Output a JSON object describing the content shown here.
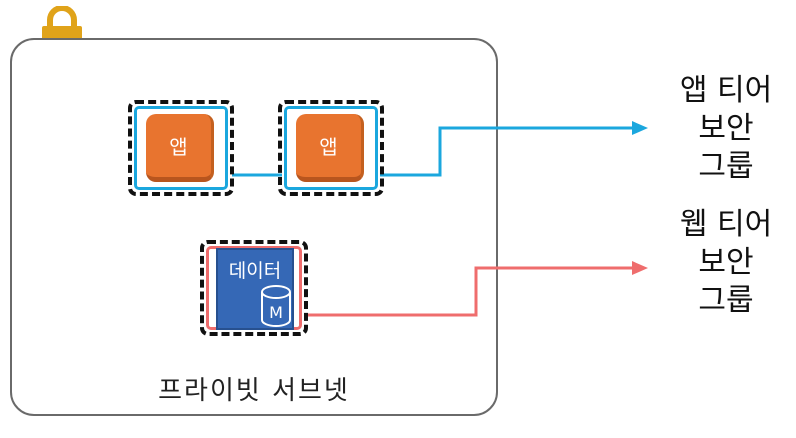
{
  "subnet": {
    "label": "프라이빗 서브넷"
  },
  "nodes": {
    "app1": "앱",
    "app2": "앱",
    "db": "데이터",
    "db_badge": "M"
  },
  "groups": {
    "app": [
      "앱 티어",
      "보안",
      "그룹"
    ],
    "web": [
      "웹 티어",
      "보안",
      "그룹"
    ]
  },
  "colors": {
    "app_group": "#1ba7de",
    "web_group": "#ef6d6d",
    "app_node": "#e8742f",
    "db_node": "#3568b6",
    "lock": "#e0a31a"
  },
  "icons": [
    "lock-icon",
    "database-icon"
  ]
}
